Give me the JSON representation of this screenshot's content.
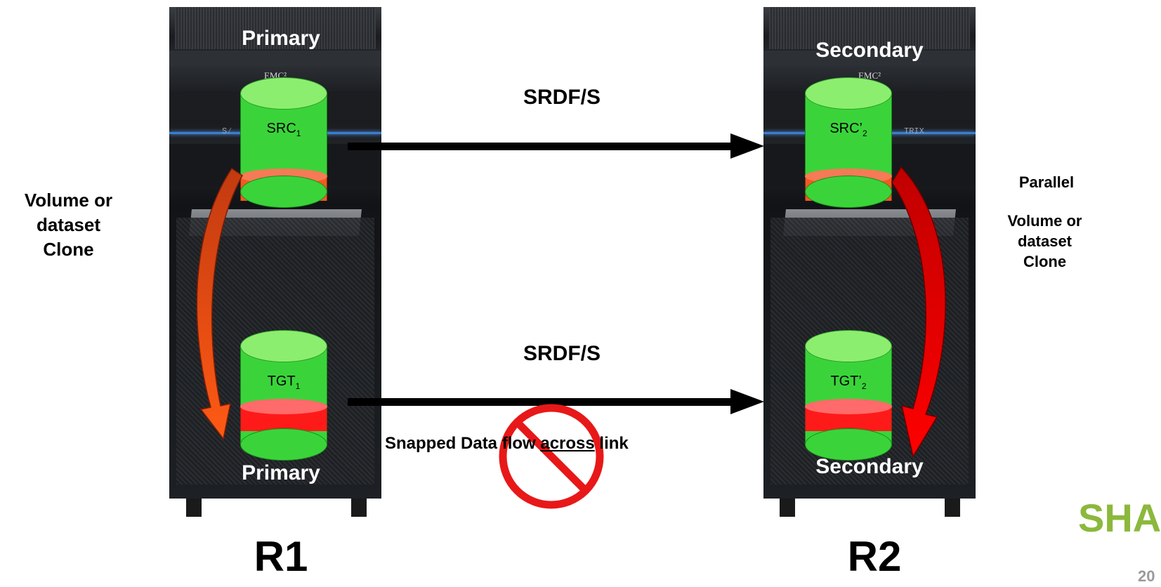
{
  "left_system": {
    "top_title": "Primary",
    "bottom_title": "Primary",
    "brand": "EMC²",
    "label": "R1",
    "source_volume": {
      "name": "SRC",
      "sub": "1"
    },
    "target_volume": {
      "name": "TGT",
      "sub": "1"
    }
  },
  "right_system": {
    "top_title": "Secondary",
    "bottom_title": "Secondary",
    "brand": "EMC²",
    "label": "R2",
    "source_volume": {
      "name": "SRC’",
      "sub": "2"
    },
    "target_volume": {
      "name": "TGT’",
      "sub": "2"
    }
  },
  "links": {
    "top_label": "SRDF/S",
    "bottom_label": "SRDF/S"
  },
  "notes": {
    "left_clone": [
      "Volume or",
      "dataset",
      "Clone"
    ],
    "right_parallel": "Parallel",
    "right_clone": [
      "Volume or",
      "dataset",
      "Clone"
    ],
    "snapped_prefix": "Snapped Data flow ",
    "snapped_underlined": "across",
    "snapped_suffix": " link"
  },
  "logo": {
    "text": "SHAR",
    "subtext": "20"
  },
  "colors": {
    "volume_green": "#3ad43a",
    "volume_top": "#8cee6e",
    "orange_band": "#f25a1e",
    "red_band": "#ff1a1a",
    "prohibit_red": "#e81818",
    "logo_green": "#8cb83c"
  }
}
